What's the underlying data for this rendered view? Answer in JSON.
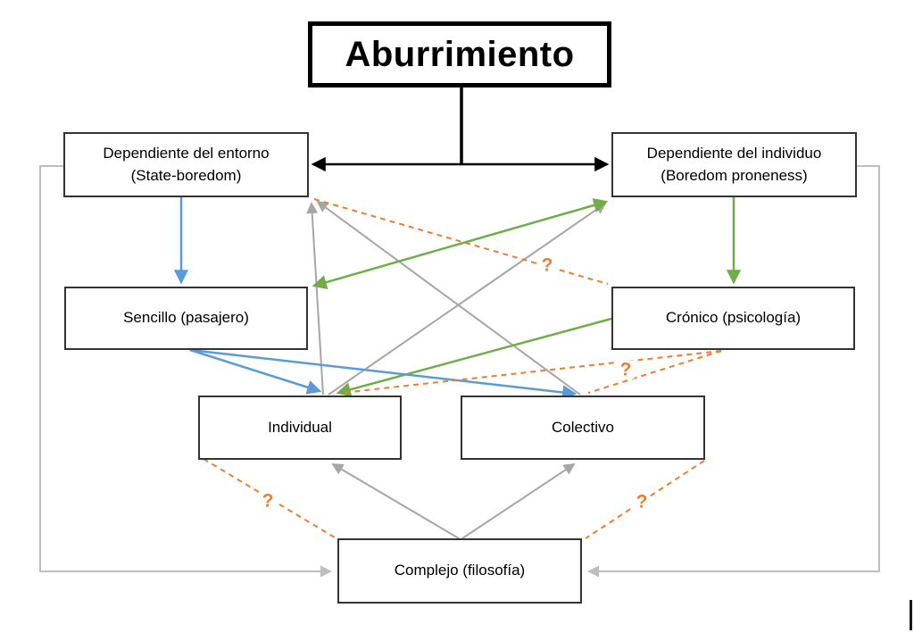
{
  "diagram": {
    "title": "Aburrimiento",
    "nodes": {
      "state": {
        "line1": "Dependiente del entorno",
        "line2": "(State-boredom)"
      },
      "individuo": {
        "line1": "Dependiente del individuo",
        "line2": "(Boredom proneness)"
      },
      "sencillo": {
        "label": "Sencillo (pasajero)"
      },
      "cronico": {
        "label": "Crónico (psicología)"
      },
      "individual": {
        "label": "Individual"
      },
      "colectivo": {
        "label": "Colectivo"
      },
      "complejo": {
        "label": "Complejo (filosofía)"
      }
    },
    "uncertainty_label": "?",
    "colors": {
      "black": "#000000",
      "blue": "#5B9BD5",
      "green": "#70AD47",
      "gray": "#A6A6A6",
      "light_gray": "#BDBDBD",
      "orange": "#ED7D31"
    }
  }
}
